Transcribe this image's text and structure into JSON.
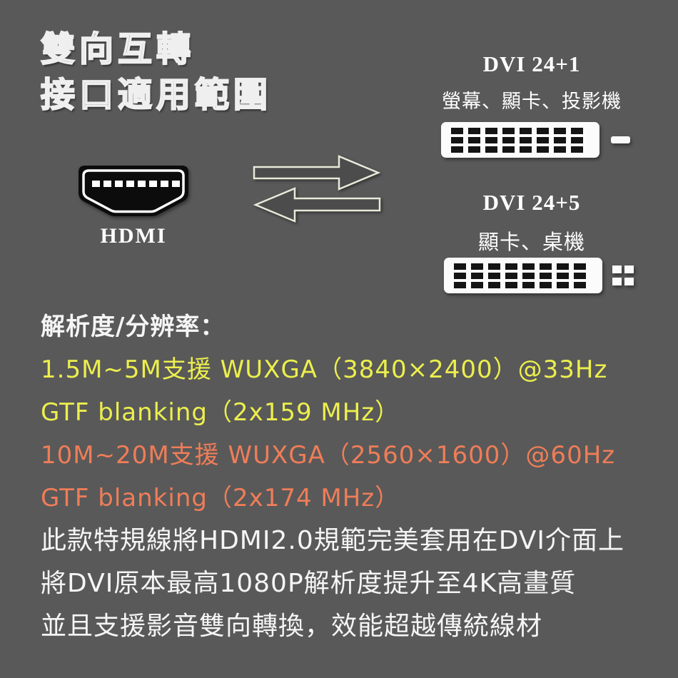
{
  "colors": {
    "background": "#595959",
    "label_text": "#ffffff",
    "spec_white": "#f5f5f5",
    "spec_yellow": "#ecef4d",
    "spec_orange": "#ef7d58",
    "connector_white": "#fbfbfb",
    "connector_black": "#141414"
  },
  "header": {
    "title_line1": "雙向互轉",
    "title_line2": "接口適用範圍"
  },
  "diagram": {
    "hdmi": {
      "label": "HDMI",
      "icon": "hdmi-connector-icon"
    },
    "arrows": {
      "right_icon": "arrow-right-icon",
      "left_icon": "arrow-left-icon"
    },
    "dvi_24_1": {
      "title": "DVI 24+1",
      "subtitle": "螢幕、顯卡、投影機",
      "icon": "dvi-24-1-connector-icon"
    },
    "dvi_24_5": {
      "title": "DVI 24+5",
      "subtitle": "顯卡、桌機",
      "icon": "dvi-24-5-connector-icon"
    }
  },
  "specs": {
    "heading": "解析度/分辨率：",
    "lines": [
      {
        "text": "1.5M~5M支援 WUXGA（3840×2400）@33Hz",
        "color": "yellow"
      },
      {
        "text": "GTF blanking（2x159 MHz）",
        "color": "yellow"
      },
      {
        "text": "10M~20M支援 WUXGA（2560×1600）@60Hz",
        "color": "orange"
      },
      {
        "text": "GTF blanking（2x174 MHz）",
        "color": "orange"
      }
    ],
    "description": [
      "此款特規線將HDMI2.0規範完美套用在DVI介面上",
      "將DVI原本最高1080P解析度提升至4K高畫質",
      "並且支援影音雙向轉換，效能超越傳統線材"
    ]
  }
}
